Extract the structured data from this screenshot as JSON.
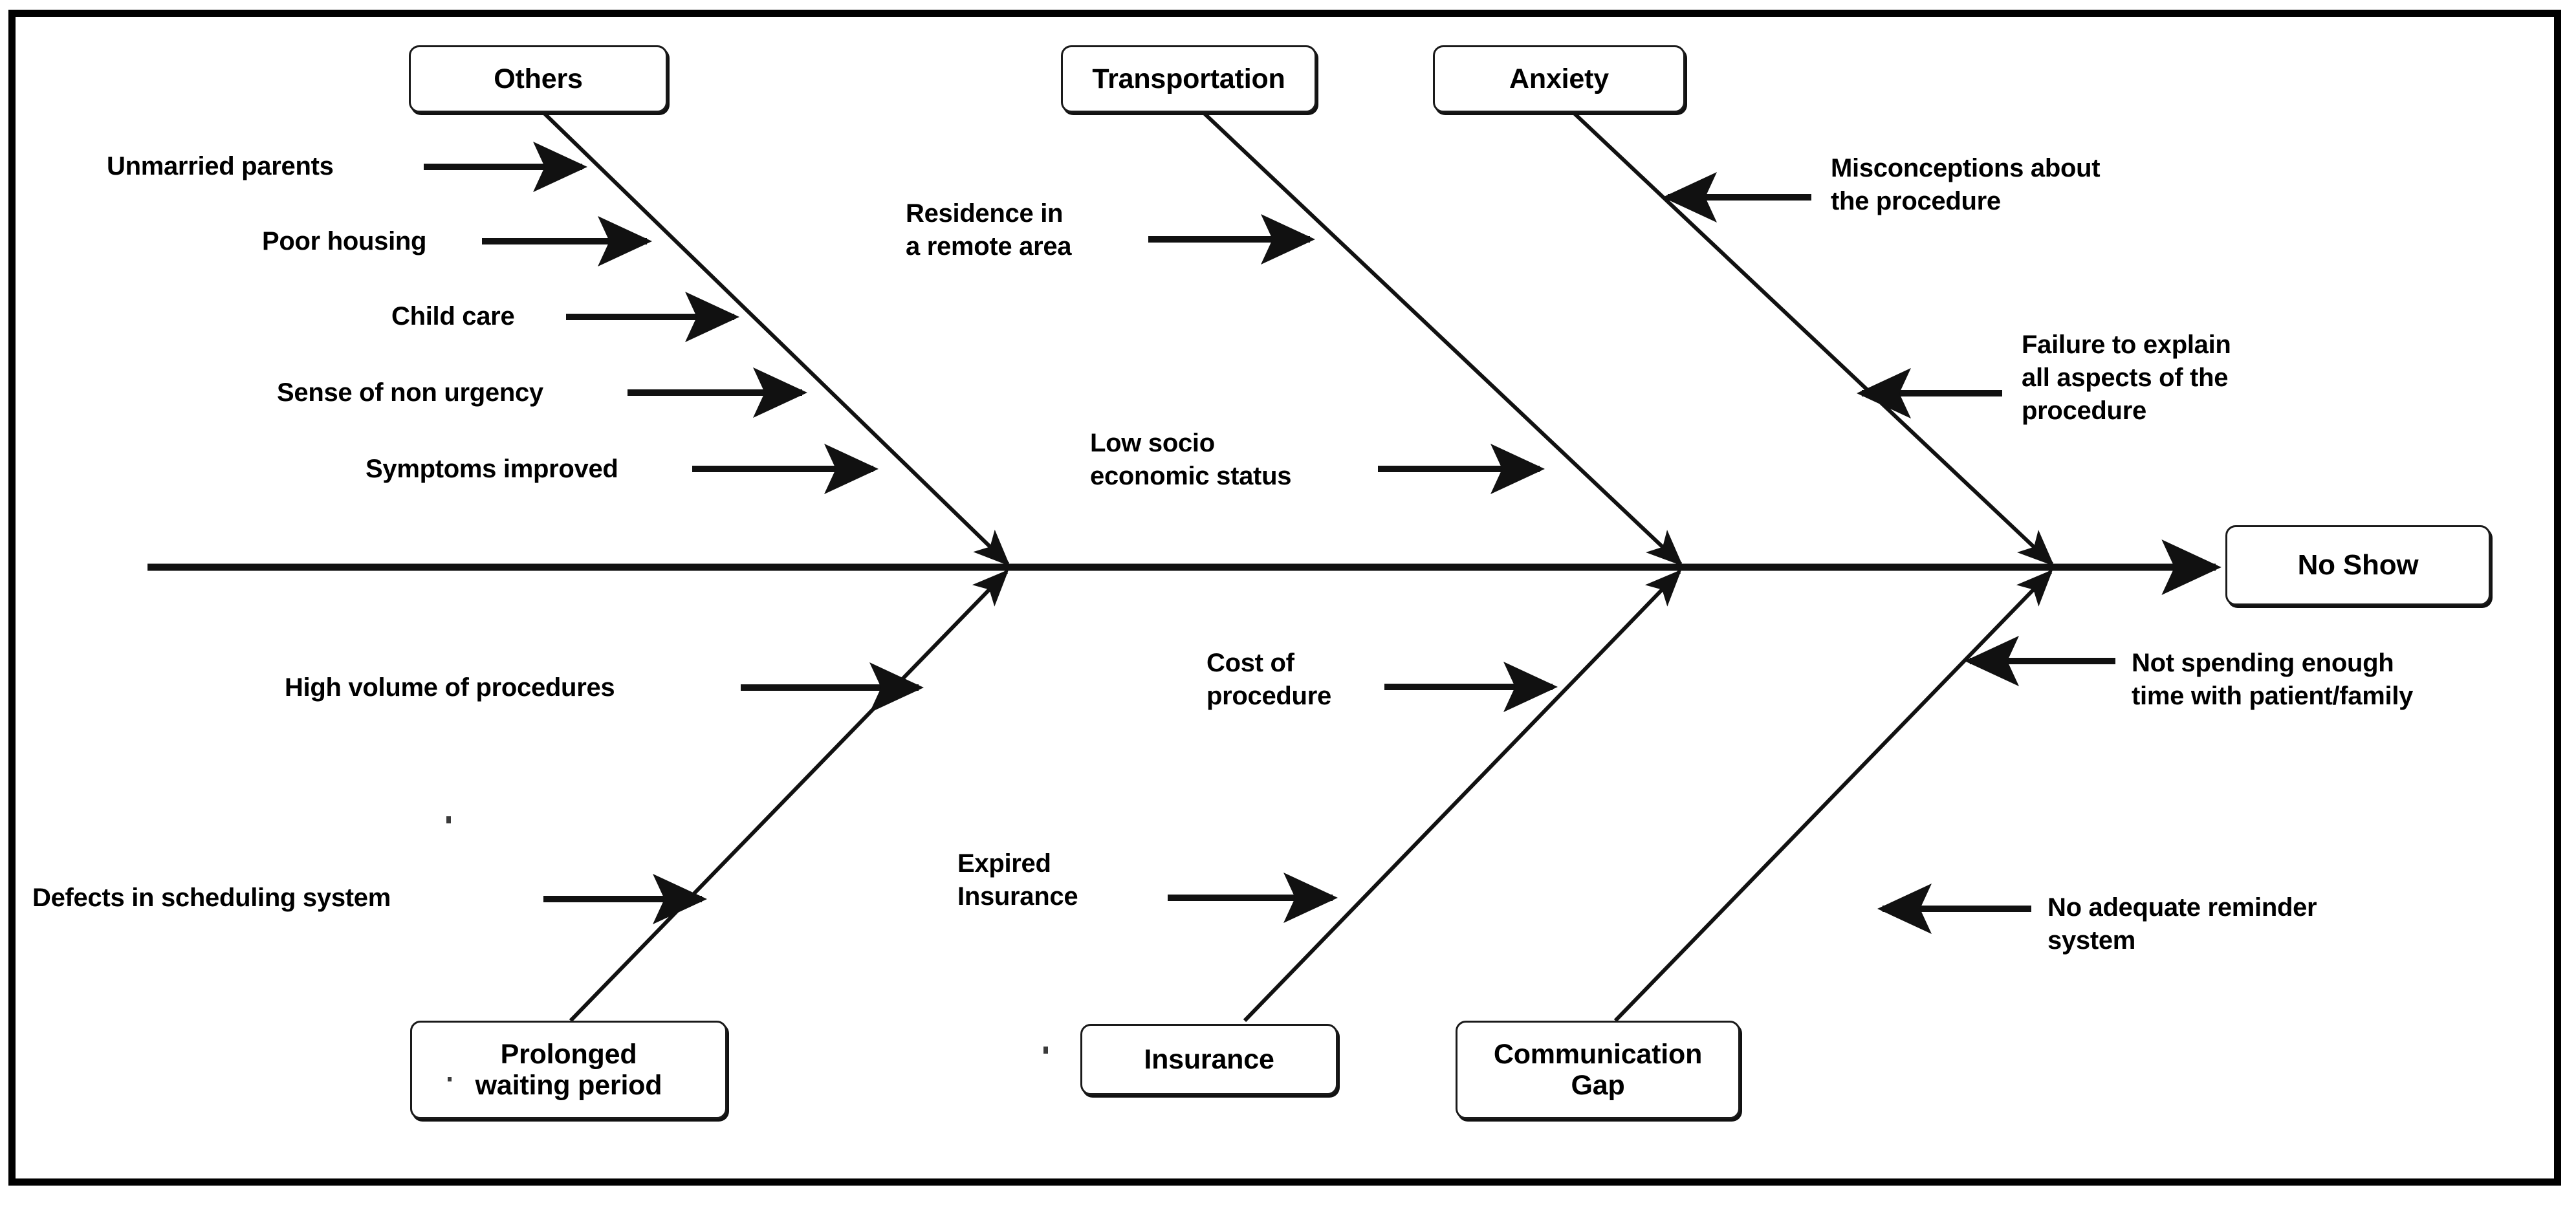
{
  "diagram": {
    "type": "fishbone-ishikawa",
    "title_box": "No Show",
    "spine": {
      "label": "main-spine",
      "color": "#111111"
    },
    "categories": [
      {
        "id": "others",
        "label": "Others",
        "position": "top-left",
        "causes": [
          "Unmarried parents",
          "Poor housing",
          "Child care",
          "Sense of non urgency",
          "Symptoms improved"
        ]
      },
      {
        "id": "transportation",
        "label": "Transportation",
        "position": "top-middle",
        "causes": [
          "Residence in\na remote area",
          "Low socio\neconomic status"
        ]
      },
      {
        "id": "anxiety",
        "label": "Anxiety",
        "position": "top-right",
        "causes": [
          "Misconceptions about\nthe procedure",
          "Failure to explain\nall aspects of the\nprocedure"
        ]
      },
      {
        "id": "prolonged-waiting-period",
        "label": "Prolonged\nwaiting period",
        "position": "bottom-left",
        "causes": [
          "High volume of procedures",
          "Defects in scheduling system"
        ]
      },
      {
        "id": "insurance",
        "label": "Insurance",
        "position": "bottom-middle",
        "causes": [
          "Cost of\nprocedure",
          "Expired\nInsurance"
        ]
      },
      {
        "id": "communication-gap",
        "label": "Communication\nGap",
        "position": "bottom-right",
        "causes": [
          "Not spending enough\ntime with patient/family",
          "No adequate reminder\nsystem"
        ]
      }
    ]
  },
  "boxes": {
    "others": "Others",
    "transportation": "Transportation",
    "anxiety": "Anxiety",
    "prolonged": "Prolonged\nwaiting period",
    "insurance": "Insurance",
    "communication": "Communication\nGap",
    "effect": "No Show"
  },
  "causes": {
    "unmarried_parents": "Unmarried parents",
    "poor_housing": "Poor housing",
    "child_care": "Child care",
    "sense_non_urgency": "Sense of non urgency",
    "symptoms_improved": "Symptoms improved",
    "residence_remote": "Residence in\na remote area",
    "low_socio": "Low socio\neconomic status",
    "misconceptions": "Misconceptions about\nthe procedure",
    "failure_explain": "Failure to explain\nall aspects of the\nprocedure",
    "high_volume": "High volume of procedures",
    "defects_scheduling": "Defects in scheduling system",
    "cost_procedure": "Cost of\nprocedure",
    "expired_insurance": "Expired\nInsurance",
    "not_spending_time": "Not spending enough\ntime with patient/family",
    "no_reminder": "No adequate reminder\nsystem"
  },
  "colors": {
    "line": "#111111",
    "border": "#000000",
    "text": "#000000",
    "background": "#ffffff"
  }
}
